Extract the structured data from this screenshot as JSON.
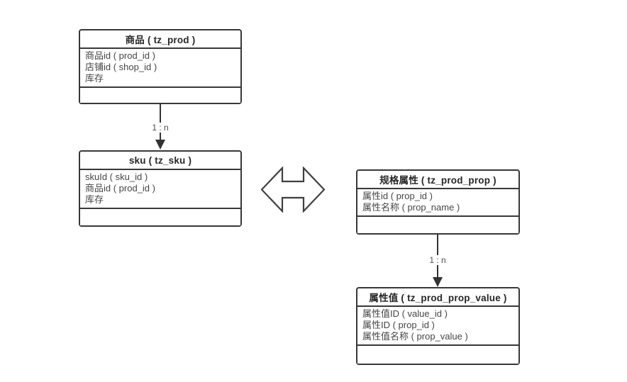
{
  "diagram": {
    "type": "er-table-diagram",
    "background_color": "#ffffff",
    "border_color": "#383838",
    "title_text_color": "#262626",
    "field_text_color": "#454545",
    "connector_color": "#333333"
  },
  "entities": [
    {
      "id": "prod",
      "title": "商品 ( tz_prod )",
      "fields": [
        "商品id ( prod_id )",
        "店铺id ( shop_id )",
        "库存"
      ]
    },
    {
      "id": "sku",
      "title": "sku ( tz_sku )",
      "fields": [
        "skuId ( sku_id )",
        "商品id ( prod_id )",
        "库存"
      ]
    },
    {
      "id": "prod_prop",
      "title": "规格属性 ( tz_prod_prop )",
      "fields": [
        "属性id ( prop_id )",
        "属性名称 ( prop_name )"
      ]
    },
    {
      "id": "prod_prop_value",
      "title": "属性值 ( tz_prod_prop_value )",
      "fields": [
        "属性值ID ( value_id )",
        "属性ID ( prop_id )",
        "属性值名称 ( prop_value )"
      ]
    }
  ],
  "connectors": [
    {
      "from": "prod",
      "to": "sku",
      "label": "1 : n"
    },
    {
      "from": "prod_prop",
      "to": "prod_prop_value",
      "label": "1 : n"
    }
  ],
  "shapes": [
    {
      "id": "bidirectional-arrow",
      "description": "hollow left-right double arrow linking sku group and prop group"
    }
  ]
}
